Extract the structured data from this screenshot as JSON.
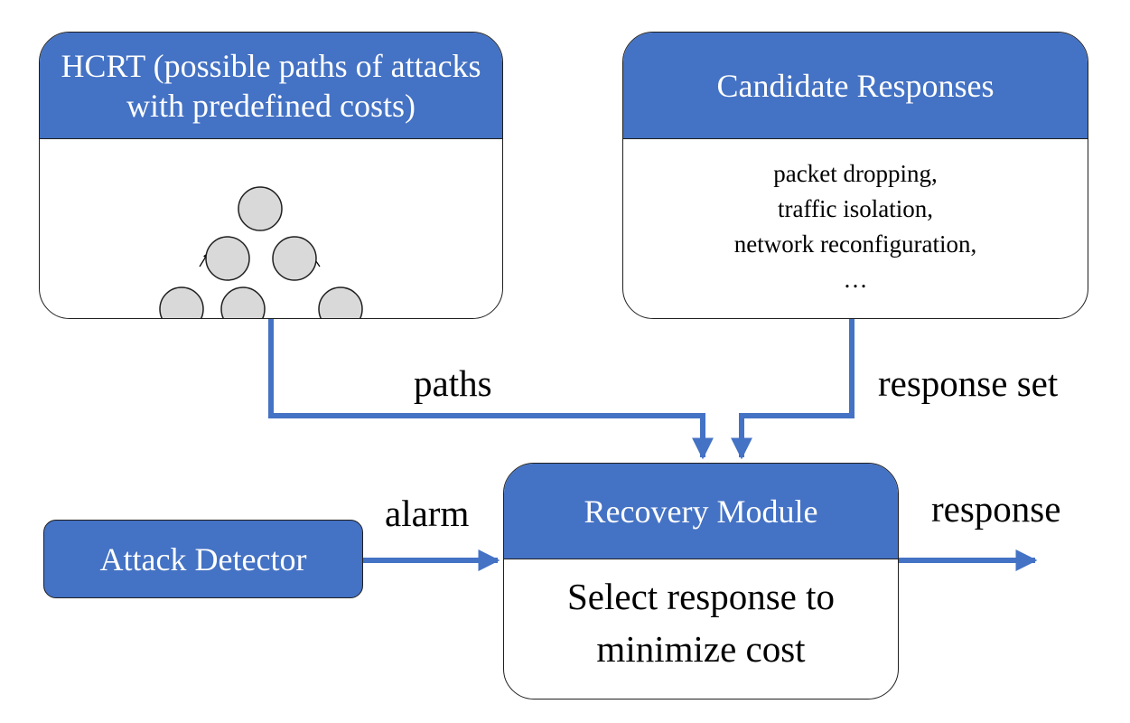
{
  "hcrt": {
    "title": "HCRT (possible paths of attacks with predefined costs)"
  },
  "candidates": {
    "title": "Candidate Responses",
    "items": [
      "packet dropping,",
      "traffic isolation,",
      "network reconfiguration,",
      "…"
    ]
  },
  "recovery": {
    "title": "Recovery Module",
    "body": "Select response to minimize cost"
  },
  "attack_detector": {
    "label": "Attack Detector"
  },
  "edges": {
    "paths": "paths",
    "response_set": "response set",
    "alarm": "alarm",
    "response": "response"
  },
  "colors": {
    "header_fill": "#4472c4",
    "arrow": "#4472c4",
    "node_fill": "#d9d9d9",
    "border": "#1f1f1f"
  }
}
